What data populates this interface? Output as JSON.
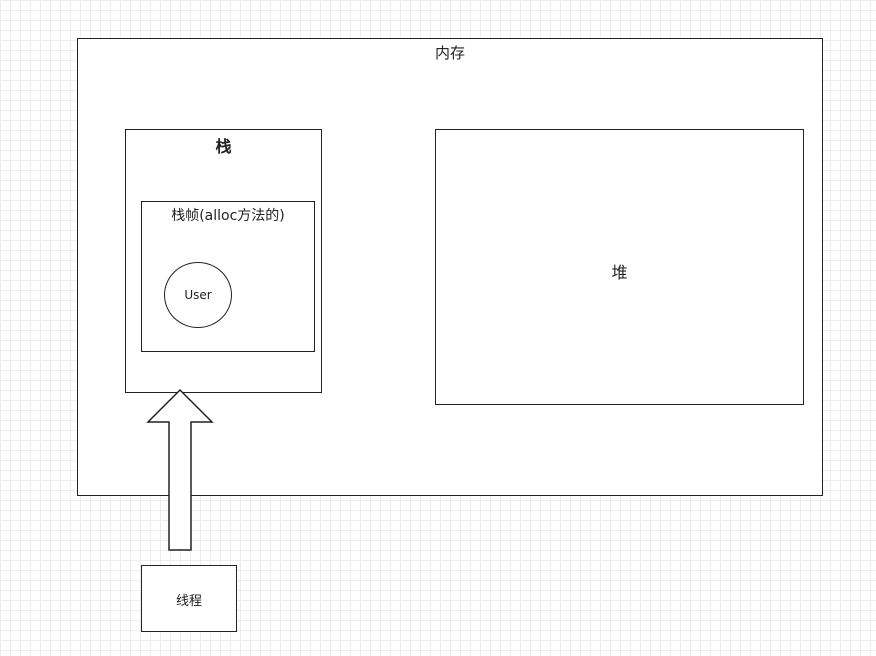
{
  "diagram": {
    "memory_label": "内存",
    "stack_label": "栈",
    "frame_label": "栈帧(alloc方法的)",
    "object_label": "User",
    "heap_label": "堆",
    "thread_label": "线程"
  },
  "colors": {
    "stroke": "#222222",
    "fill": "#ffffff",
    "grid": "#ededed"
  }
}
